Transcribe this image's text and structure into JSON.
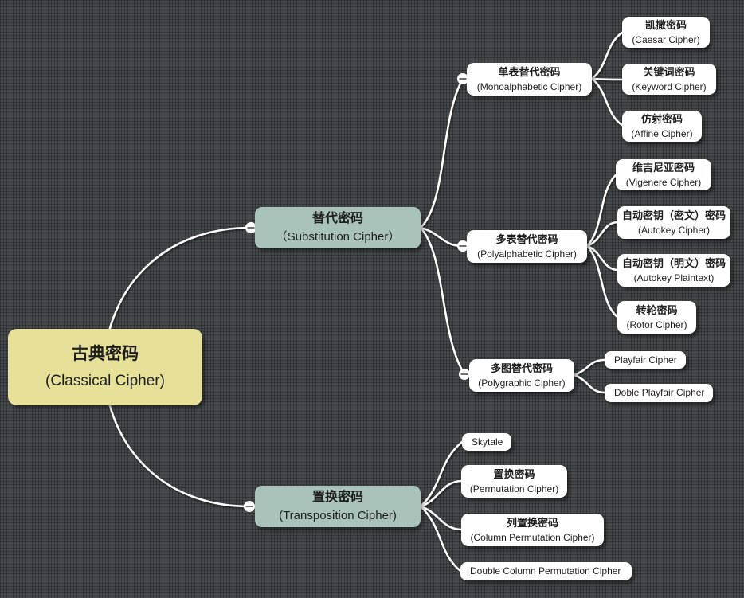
{
  "title": "Classical cipher mind map",
  "colors": {
    "background": "#45494c",
    "root_fill": "#e7e099",
    "branch_fill": "#a9c3ba",
    "node_fill": "#ffffff",
    "edge": "#ffffff",
    "text": "#1e1e1e"
  },
  "tree": {
    "root": {
      "zh": "古典密码",
      "en": "(Classical Cipher)"
    },
    "branches": [
      {
        "zh": "替代密码",
        "en": "（Substitution Cipher）",
        "children": [
          {
            "zh": "单表替代密码",
            "en": "(Monoalphabetic Cipher)",
            "children": [
              {
                "zh": "凯撒密码",
                "en": "(Caesar Cipher)"
              },
              {
                "zh": "关键词密码",
                "en": "(Keyword Cipher)"
              },
              {
                "zh": "仿射密码",
                "en": "(Affine Cipher)"
              }
            ]
          },
          {
            "zh": "多表替代密码",
            "en": "(Polyalphabetic Cipher)",
            "children": [
              {
                "zh": "维吉尼亚密码",
                "en": "(Vigenere Cipher)"
              },
              {
                "zh": "自动密钥（密文）密码",
                "en": "(Autokey Cipher)"
              },
              {
                "zh": "自动密钥（明文）密码",
                "en": "(Autokey Plaintext)"
              },
              {
                "zh": "转轮密码",
                "en": "(Rotor Cipher)"
              }
            ]
          },
          {
            "zh": "多图替代密码",
            "en": "(Polygraphic Cipher)",
            "children": [
              {
                "label": "Playfair Cipher"
              },
              {
                "label": "Doble Playfair Cipher"
              }
            ]
          }
        ]
      },
      {
        "zh": "置换密码",
        "en": "(Transposition Cipher)",
        "children": [
          {
            "label": "Skytale"
          },
          {
            "zh": "置换密码",
            "en": "(Permutation Cipher)"
          },
          {
            "zh": "列置换密码",
            "en": "(Column Permutation Cipher)"
          },
          {
            "label": "Double Column Permutation Cipher"
          }
        ]
      }
    ]
  }
}
